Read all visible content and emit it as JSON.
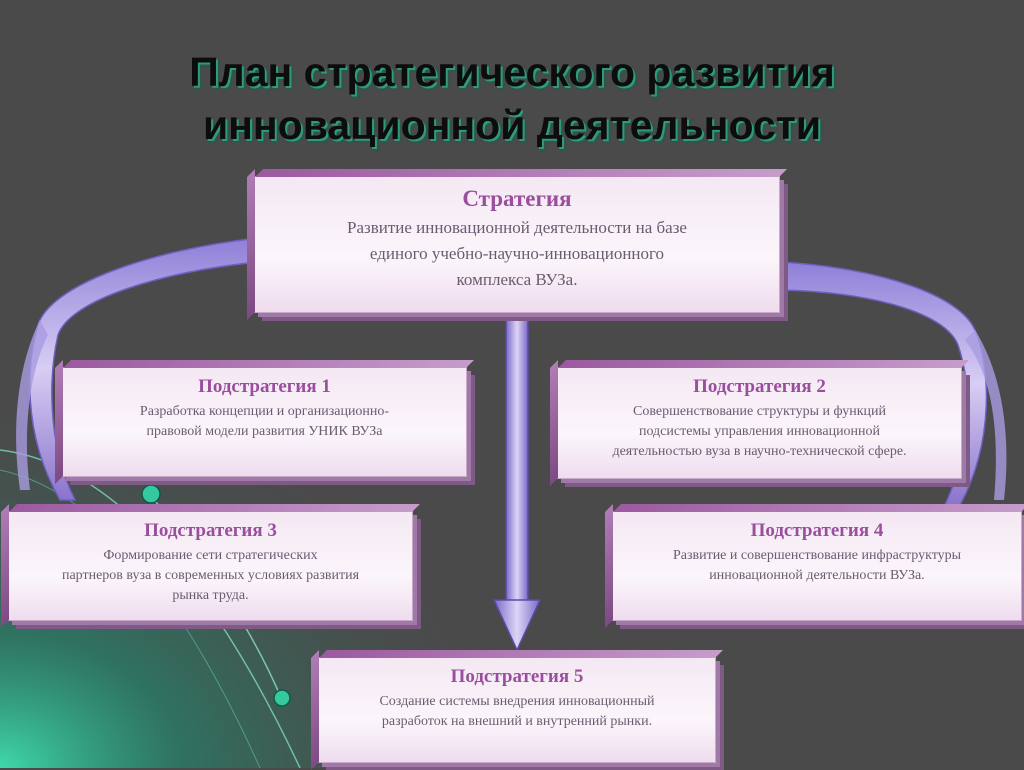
{
  "title": {
    "line1": "План стратегического развития",
    "line2": "инновационной деятельности"
  },
  "strategy": {
    "heading": "Стратегия",
    "lines": [
      "Развитие инновационной деятельности на базе",
      "единого учебно-научно-инновационного",
      "комплекса  ВУЗа."
    ]
  },
  "substrategies": [
    {
      "heading": "Подстратегия 1",
      "lines": [
        "Разработка концепции и организационно-",
        "правовой модели развития УНИК ВУЗа"
      ]
    },
    {
      "heading": "Подстратегия 2",
      "lines": [
        "Совершенствование структуры и функций",
        "подсистемы управления инновационной",
        "деятельностью вуза в научно-технической сфере."
      ]
    },
    {
      "heading": "Подстратегия 3",
      "lines": [
        "Формирование сети стратегических",
        "партнеров вуза в современных условиях развития",
        "рынка труда."
      ]
    },
    {
      "heading": "Подстратегия 4",
      "lines": [
        "Развитие и совершенствование инфраструктуры",
        "инновационной деятельности  ВУЗа."
      ]
    },
    {
      "heading": "Подстратегия 5",
      "lines": [
        "Создание системы внедрения инновационный",
        "разработок на внешний и внутренний рынки."
      ]
    }
  ],
  "colors": {
    "background": "#4a4a4a",
    "heading": "#9a4f9e",
    "body_text": "#6a5c70",
    "ribbon": "#a98fdc",
    "accent_green": "#2fc79a"
  }
}
